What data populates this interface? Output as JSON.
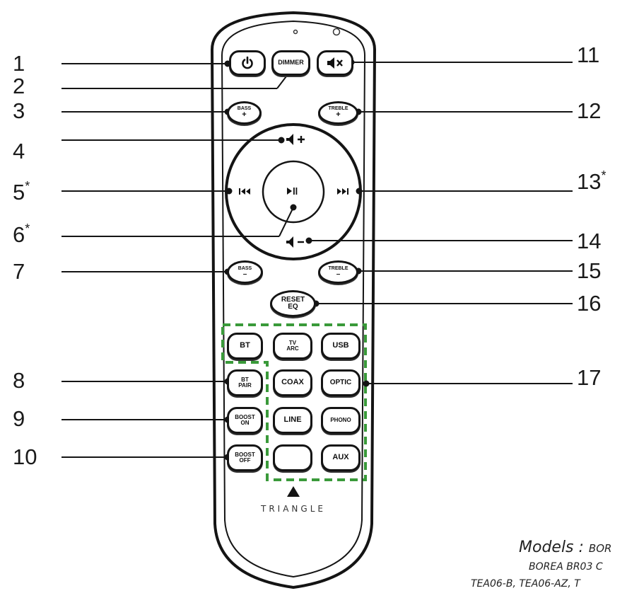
{
  "callouts": [
    {
      "label": "1"
    },
    {
      "label": "2"
    },
    {
      "label": "3"
    },
    {
      "label": "4"
    },
    {
      "label": "5",
      "mark": "*"
    },
    {
      "label": "6",
      "mark": "*"
    },
    {
      "label": "7"
    },
    {
      "label": "8"
    },
    {
      "label": "9"
    },
    {
      "label": "10"
    },
    {
      "label": "11"
    },
    {
      "label": "12"
    },
    {
      "label": "13",
      "mark": "*"
    },
    {
      "label": "14"
    },
    {
      "label": "15"
    },
    {
      "label": "16"
    },
    {
      "label": "17"
    }
  ],
  "buttons": {
    "dimmer": "DIMMER",
    "bass_plus_top": "BASS",
    "bass_plus_bottom": "+",
    "treble_plus_top": "TREBLE",
    "treble_plus_bottom": "+",
    "bass_minus_top": "BASS",
    "bass_minus_bottom": "–",
    "treble_minus_top": "TREBLE",
    "treble_minus_bottom": "–",
    "reset_top": "RESET",
    "reset_bottom": "EQ",
    "bt": "BT",
    "tv_top": "TV",
    "tv_bottom": "ARC",
    "usb": "USB",
    "bt_pair_top": "BT",
    "bt_pair_bottom": "PAIR",
    "coax": "COAX",
    "optic": "OPTIC",
    "boost_on_top": "BOOST",
    "boost_on_bottom": "ON",
    "line": "LINE",
    "phono": "PHONO",
    "boost_off_top": "BOOST",
    "boost_off_bottom": "OFF",
    "aux": "AUX"
  },
  "brand": "TRIANGLE",
  "models": {
    "line1_prefix": "Models : ",
    "line1_rest": "BOR",
    "line2": "BOREA BR03 C",
    "line3": "TEA06-B, TEA06-AZ, T"
  },
  "icons": [
    "power-icon",
    "mute-icon",
    "volume-up-icon",
    "volume-down-icon",
    "previous-track-icon",
    "next-track-icon",
    "play-pause-icon",
    "triangle-logo-icon"
  ],
  "colors": {
    "outline": "#141414",
    "dashed_group": "#3a9a3a"
  }
}
